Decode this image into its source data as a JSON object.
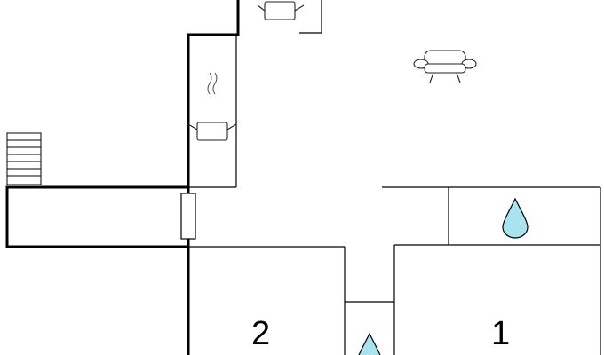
{
  "plan": {
    "rooms": [
      {
        "id": "bedroom-1",
        "label": "1"
      },
      {
        "id": "bedroom-2",
        "label": "2"
      }
    ],
    "icons": {
      "sofa": "sofa-icon",
      "stove_top": "stove-icon",
      "stove_kitchen": "stove-icon",
      "water_bathroom": "water-drop-icon",
      "water_bottom": "water-drop-icon",
      "stairs": "stairs-icon",
      "door": "door-icon"
    },
    "colors": {
      "wall": "#000000",
      "water": "#a9e4ee",
      "background": "#ffffff"
    }
  }
}
